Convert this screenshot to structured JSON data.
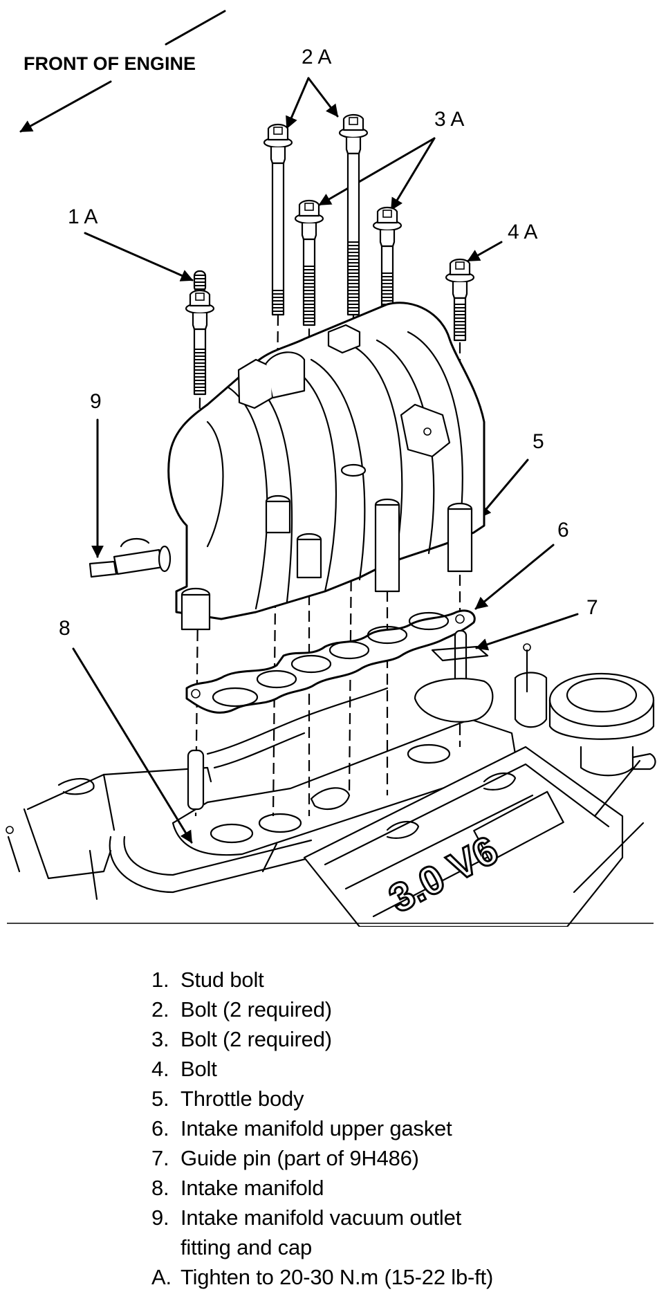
{
  "diagram": {
    "orientation_label": "FRONT OF ENGINE",
    "engine_badge": "3.0 V6",
    "callouts": {
      "c2": "2 A",
      "c3": "3 A",
      "c1": "1 A",
      "c4": "4 A",
      "c9": "9",
      "c5": "5",
      "c6": "6",
      "c7": "7",
      "c8": "8"
    }
  },
  "legend": {
    "items": [
      {
        "num": "1.",
        "text": "Stud bolt"
      },
      {
        "num": "2.",
        "text": "Bolt (2 required)"
      },
      {
        "num": "3.",
        "text": "Bolt (2 required)"
      },
      {
        "num": "4.",
        "text": "Bolt"
      },
      {
        "num": "5.",
        "text": "Throttle body"
      },
      {
        "num": "6.",
        "text": "Intake manifold upper gasket"
      },
      {
        "num": "7.",
        "text": "Guide pin (part of 9H486)"
      },
      {
        "num": "8.",
        "text": "Intake manifold"
      },
      {
        "num": "9.",
        "text": "Intake manifold vacuum outlet",
        "cont": "fitting and cap"
      },
      {
        "num": "A.",
        "text": "Tighten to 20-30 N.m (15-22 lb-ft)"
      }
    ]
  }
}
